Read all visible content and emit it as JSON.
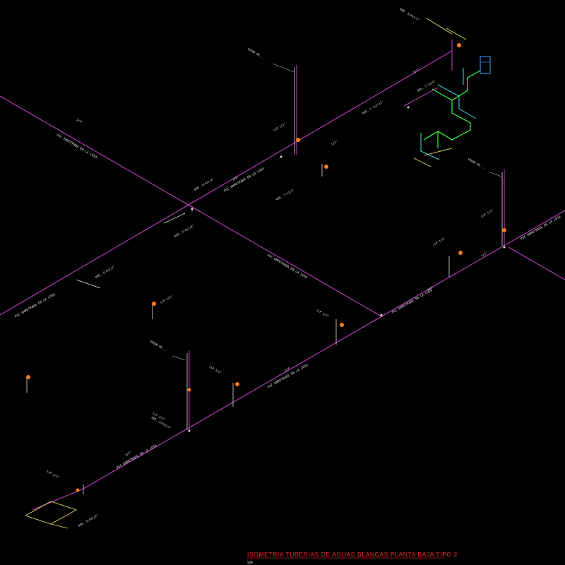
{
  "drawing": {
    "title": "ISOMETRIA TUBERIAS DE AGUAS BLANCAS PLANTA BAJA TIPO 2",
    "scale": "S/E",
    "colors": {
      "background": "#000000",
      "pipe": "#c040c0",
      "pipe_secondary": "#e0e0e0",
      "valve": "#ff7a1a",
      "green_pipe": "#40ff40",
      "cyan_pipe": "#40e0e0",
      "yellow_pipe": "#e8e060",
      "title": "#ff2a2a"
    }
  },
  "labels": {
    "pvc_main_1": "PVC EMPOTRADA EN LA LOSA",
    "pvc_main_2": "PVC EMPOTRADA EN LA LOSA",
    "pvc_main_3": "PVC EMPOTRADA EN LA LOSA",
    "pvc_main_4": "PVC EMPOTRADA EN LA LOSA",
    "pvc_main_5": "PVC EMPOTRADA EN LA LOSA",
    "pvc_main_6": "PVC EMPOTRADA EN LA LOSA",
    "pvc_main_7": "PVC EMPOTRADA EN LA LOSA",
    "pvc_main_8": "PVC EMPOTRADA EN LA LOSA",
    "dia_1": "3/4\"",
    "dia_2": "3/4\"",
    "dia_3": "3/4\"",
    "dia_4": "3/4\"",
    "dia_5": "3/4\"",
    "dia_6": "1/2\"",
    "dia_7": "1/2\"",
    "dia_8": "1/2\"",
    "llp_1": "LLP 1/2\"",
    "llp_2": "LLP 1/2\"",
    "llp_3": "LLP 1/2\"",
    "llp_4": "LLP 1/2\"",
    "llp_5": "LLP 1/2\"",
    "llp_6": "LLP 1/2\"",
    "llp_7": "LLP 1/2\"",
    "llp_8": "LLP 1/2\"",
    "red_1": "RED. 3/4x1/2\"",
    "red_2": "RED. 3/4x1/2\"",
    "red_3": "RED. 1\"x1/2\"",
    "red_4": "RED. 1\"x3/4\"",
    "red_5": "RED. 1 1/2\"x1\"",
    "red_6": "RED. 3/4x1/2\"",
    "red_7": "RED. 3/4x1/2\"",
    "red_8": "RED. 3/4x1/2\"",
    "red_9": "RED. 3/4x1/2\"",
    "viene_1": "VIENE DE...",
    "viene_2": "VIENE DE...",
    "viene_3": "VIENE DE..."
  }
}
